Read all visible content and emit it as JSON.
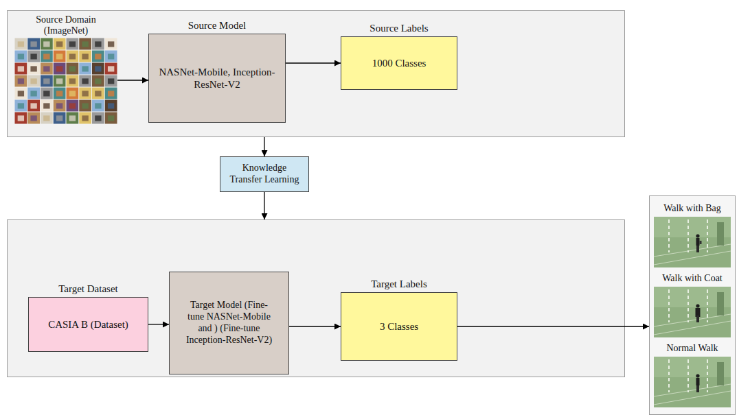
{
  "diagram": {
    "nodes": [
      {
        "text": []
      },
      {
        "text": [
          "Source Domain (ImageNet)"
        ],
        "in": 0
      },
      {
        "text": [
          "Source Model",
          "NASNet-Mobile, Inception-ResNet-V2"
        ],
        "in": 0
      },
      {
        "text": [
          "Source Labels",
          "1000 Classes"
        ],
        "in": 0
      },
      {
        "text": [
          "Knowledge Transfer Learning"
        ]
      },
      {
        "text": []
      },
      {
        "text": [
          "Target Dataset",
          "CASIA B (Dataset)"
        ],
        "in": 5
      },
      {
        "text": [
          "Target Model (Fine-tune NASNet-Mobile and ) (Fine-tune Inception-ResNet-V2)"
        ],
        "in": 5
      },
      {
        "text": [
          "Target Labels",
          "3 Classes"
        ],
        "in": 5
      },
      {
        "text": [
          "Walk with Bag",
          "Walk with Coat",
          "Normal Walk"
        ]
      }
    ],
    "edges": [
      {
        "from": 1,
        "to": 2,
        "arrow": "to"
      },
      {
        "from": 2,
        "to": 3,
        "arrow": "to"
      },
      {
        "from": 0,
        "to": 4,
        "arrow": "to"
      },
      {
        "from": 4,
        "to": 5,
        "arrow": "to"
      },
      {
        "from": 6,
        "to": 7,
        "arrow": "to"
      },
      {
        "from": 7,
        "to": 8,
        "arrow": "to"
      },
      {
        "from": 8,
        "to": 9,
        "arrow": "to"
      }
    ]
  }
}
